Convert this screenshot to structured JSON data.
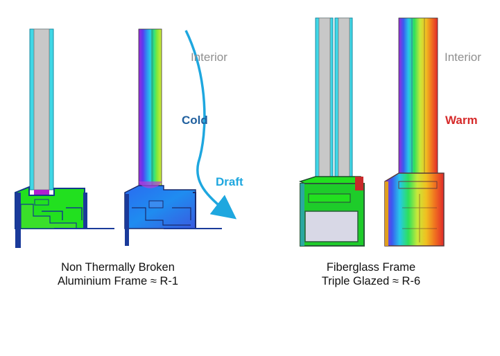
{
  "left_panel": {
    "interior_label": "Interior",
    "cold_label": "Cold",
    "draft_label": "Draft",
    "caption_line1": "Non Thermally Broken",
    "caption_line2": "Aluminium Frame ≈ R-1"
  },
  "right_panel": {
    "interior_label": "Interior",
    "warm_label": "Warm",
    "caption_line1": "Fiberglass Frame",
    "caption_line2": "Triple Glazed ≈ R-6"
  },
  "colors": {
    "interior": "#8f8f8f",
    "cold": "#1f5f9e",
    "draft": "#1ea7df",
    "warm": "#d62a2a",
    "frame_green": "#22e01f",
    "glass_cyan": "#3fd7e6",
    "glass_gray": "#c8c8c8"
  }
}
